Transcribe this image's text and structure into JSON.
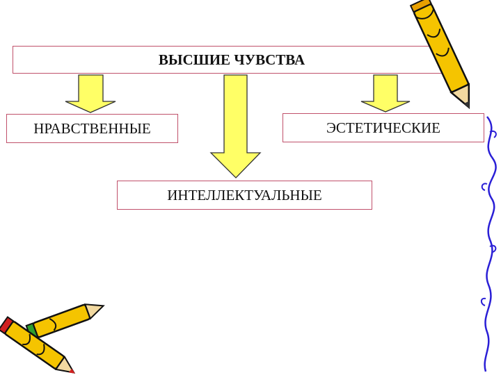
{
  "diagram": {
    "top": "ВЫСШИЕ ЧУВСТВА",
    "left": "НРАВСТВЕННЫЕ",
    "right": "ЭСТЕТИЧЕСКИЕ",
    "bottom": "ИНТЕЛЛЕКТУАЛЬНЫЕ"
  },
  "colors": {
    "box_border": "#c0506a",
    "arrow_fill": "#ffff66",
    "arrow_stroke": "#333333",
    "pencil_yellow": "#f5c400",
    "vine": "#2a1fd6"
  },
  "icons": [
    "pencil-icon",
    "pencils-icon",
    "vine-border"
  ]
}
